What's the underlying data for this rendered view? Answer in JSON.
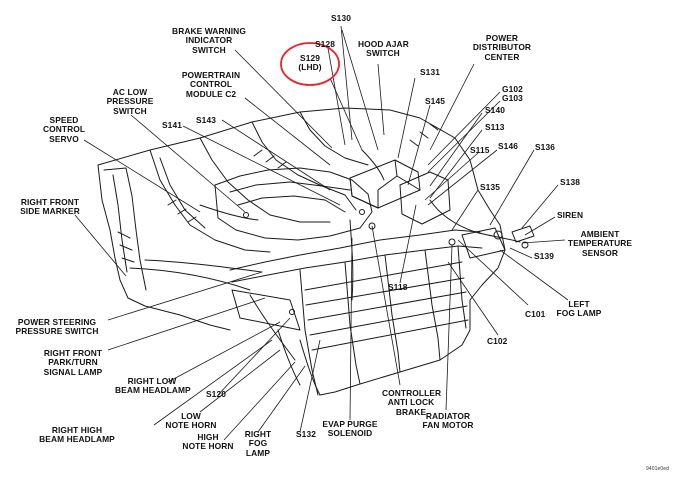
{
  "labels": {
    "s130": "S130",
    "brake_warning": "BRAKE WARNING\nINDICATOR\nSWITCH",
    "s128": "S128",
    "s129": "S129\n(LHD)",
    "hood_ajar": "HOOD AJAR\nSWITCH",
    "power_distributor": "POWER\nDISTRIBUTOR\nCENTER",
    "pcm": "POWERTRAIN\nCONTROL\nMODULE C2",
    "s131": "S131",
    "g102": "G102",
    "g103": "G103",
    "ac_low": "AC LOW\nPRESSURE\nSWITCH",
    "s145": "S145",
    "s140": "S140",
    "s143": "S143",
    "s141": "S141",
    "s113": "S113",
    "speed_control": "SPEED\nCONTROL\nSERVO",
    "s115": "S115",
    "s146": "S146",
    "s136": "S136",
    "s138": "S138",
    "s135": "S135",
    "right_front_side_marker": "RIGHT FRONT\nSIDE MARKER",
    "siren": "SIREN",
    "ambient": "AMBIENT\nTEMPERATURE\nSENSOR",
    "s139": "S139",
    "s118": "S118",
    "left_fog": "LEFT\nFOG LAMP",
    "c101": "C101",
    "power_steering": "POWER STEERING\nPRESSURE SWITCH",
    "c102": "C102",
    "right_front_park": "RIGHT FRONT\nPARK/TURN\nSIGNAL LAMP",
    "right_low_beam": "RIGHT LOW\nBEAM HEADLAMP",
    "s120": "S120",
    "controller_abs": "CONTROLLER\nANTI LOCK\nBRAKE",
    "low_note_horn": "LOW\nNOTE HORN",
    "evap": "EVAP PURGE\nSOLENOID",
    "radiator_fan": "RADIATOR\nFAN MOTOR",
    "right_high_beam": "RIGHT HIGH\nBEAM HEADLAMP",
    "high_note_horn": "HIGH\nNOTE HORN",
    "right_fog": "RIGHT\nFOG\nLAMP",
    "s132": "S132",
    "figure_code": "9401e0ed"
  },
  "colors": {
    "line": "#1a1a1a",
    "highlight": "#e8242a"
  }
}
